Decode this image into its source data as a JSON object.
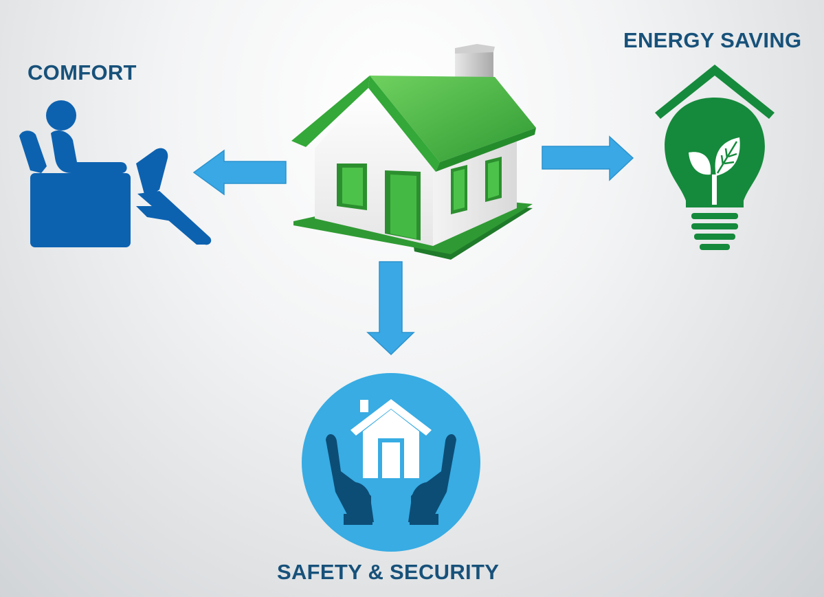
{
  "labels": {
    "comfort": "COMFORT",
    "energy_saving": "ENERGY SAVING",
    "safety_security": "SAFETY & SECURITY"
  },
  "colors": {
    "label_text": "#17517a",
    "arrow_fill": "#3aa8e4",
    "comfort_icon": "#0d62b0",
    "energy_icon": "#158a3c",
    "safety_circle": "#38ace3",
    "safety_hands": "#0c4d76",
    "house_roof": "#3cae3c",
    "house_walls": "#f4f4f4"
  },
  "icons": {
    "center": "house-icon",
    "left": "armchair-icon",
    "right": "eco-lightbulb-icon",
    "bottom": "hands-holding-house-icon"
  }
}
